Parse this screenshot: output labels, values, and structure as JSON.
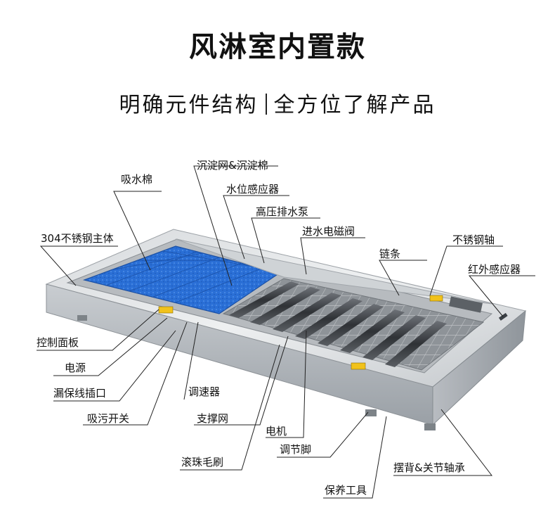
{
  "title": "风淋室内置款",
  "subtitle_left": "明确元件结构",
  "subtitle_right": "全方位了解产品",
  "labels": {
    "mesh": "沉淀网&沉淀棉",
    "sponge": "吸水棉",
    "water_sensor": "水位感应器",
    "pump": "高压排水泵",
    "body": "304不锈钢主体",
    "valve": "进水电磁阀",
    "chain": "链条",
    "shaft": "不锈钢轴",
    "ir_sensor": "红外感应器",
    "control_panel": "控制面板",
    "power": "电源",
    "leak_socket": "漏保线插口",
    "suction_switch": "吸污开关",
    "speed": "调速器",
    "support_mesh": "支撑网",
    "motor": "电机",
    "brush": "滚珠毛刷",
    "foot": "调节脚",
    "bearing": "摆背&关节轴承",
    "tools": "保养工具"
  }
}
